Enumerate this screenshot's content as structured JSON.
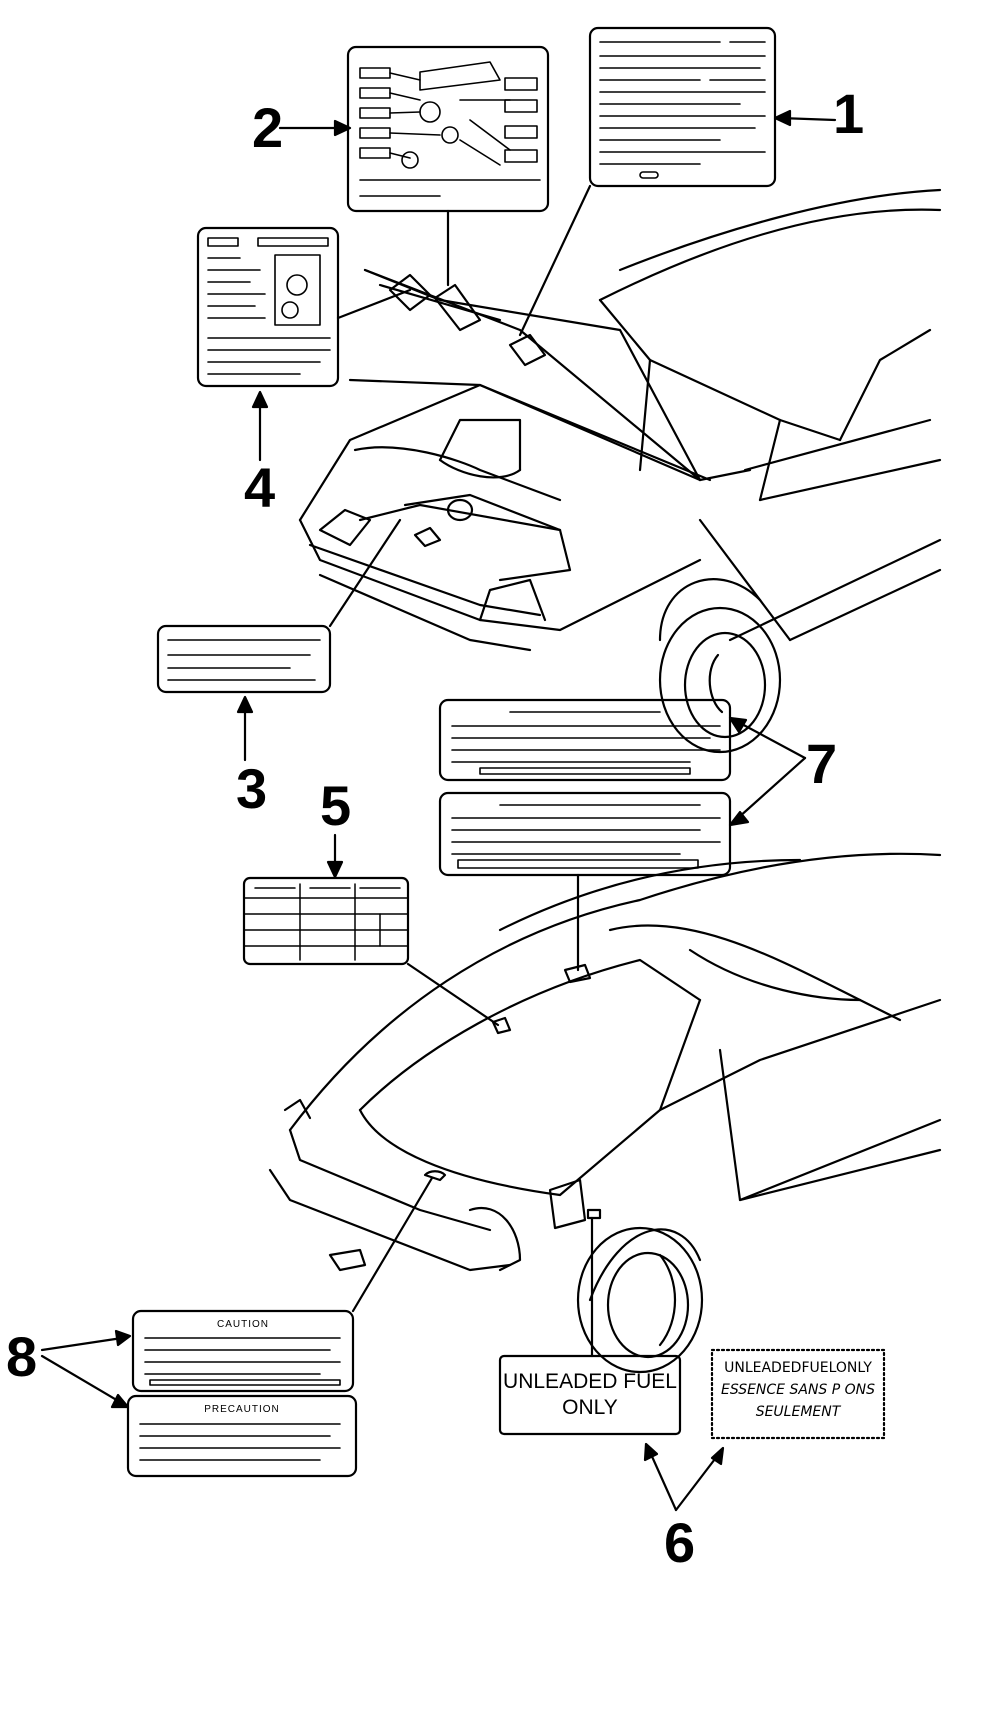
{
  "callouts": [
    "1",
    "2",
    "3",
    "4",
    "5",
    "6",
    "7",
    "8"
  ],
  "labels": {
    "unleaded_fuel_label": {
      "line1": "UNLEADED FUEL",
      "line2": "ONLY"
    },
    "bilingual_fuel_label": {
      "line1": "UNLEADEDFUELONLY",
      "line2": "ESSENCE SANS P ONS",
      "line3": "SEULEMENT"
    },
    "caution_label_title": "CAUTION",
    "precaution_label_title": "PRECAUTION"
  }
}
